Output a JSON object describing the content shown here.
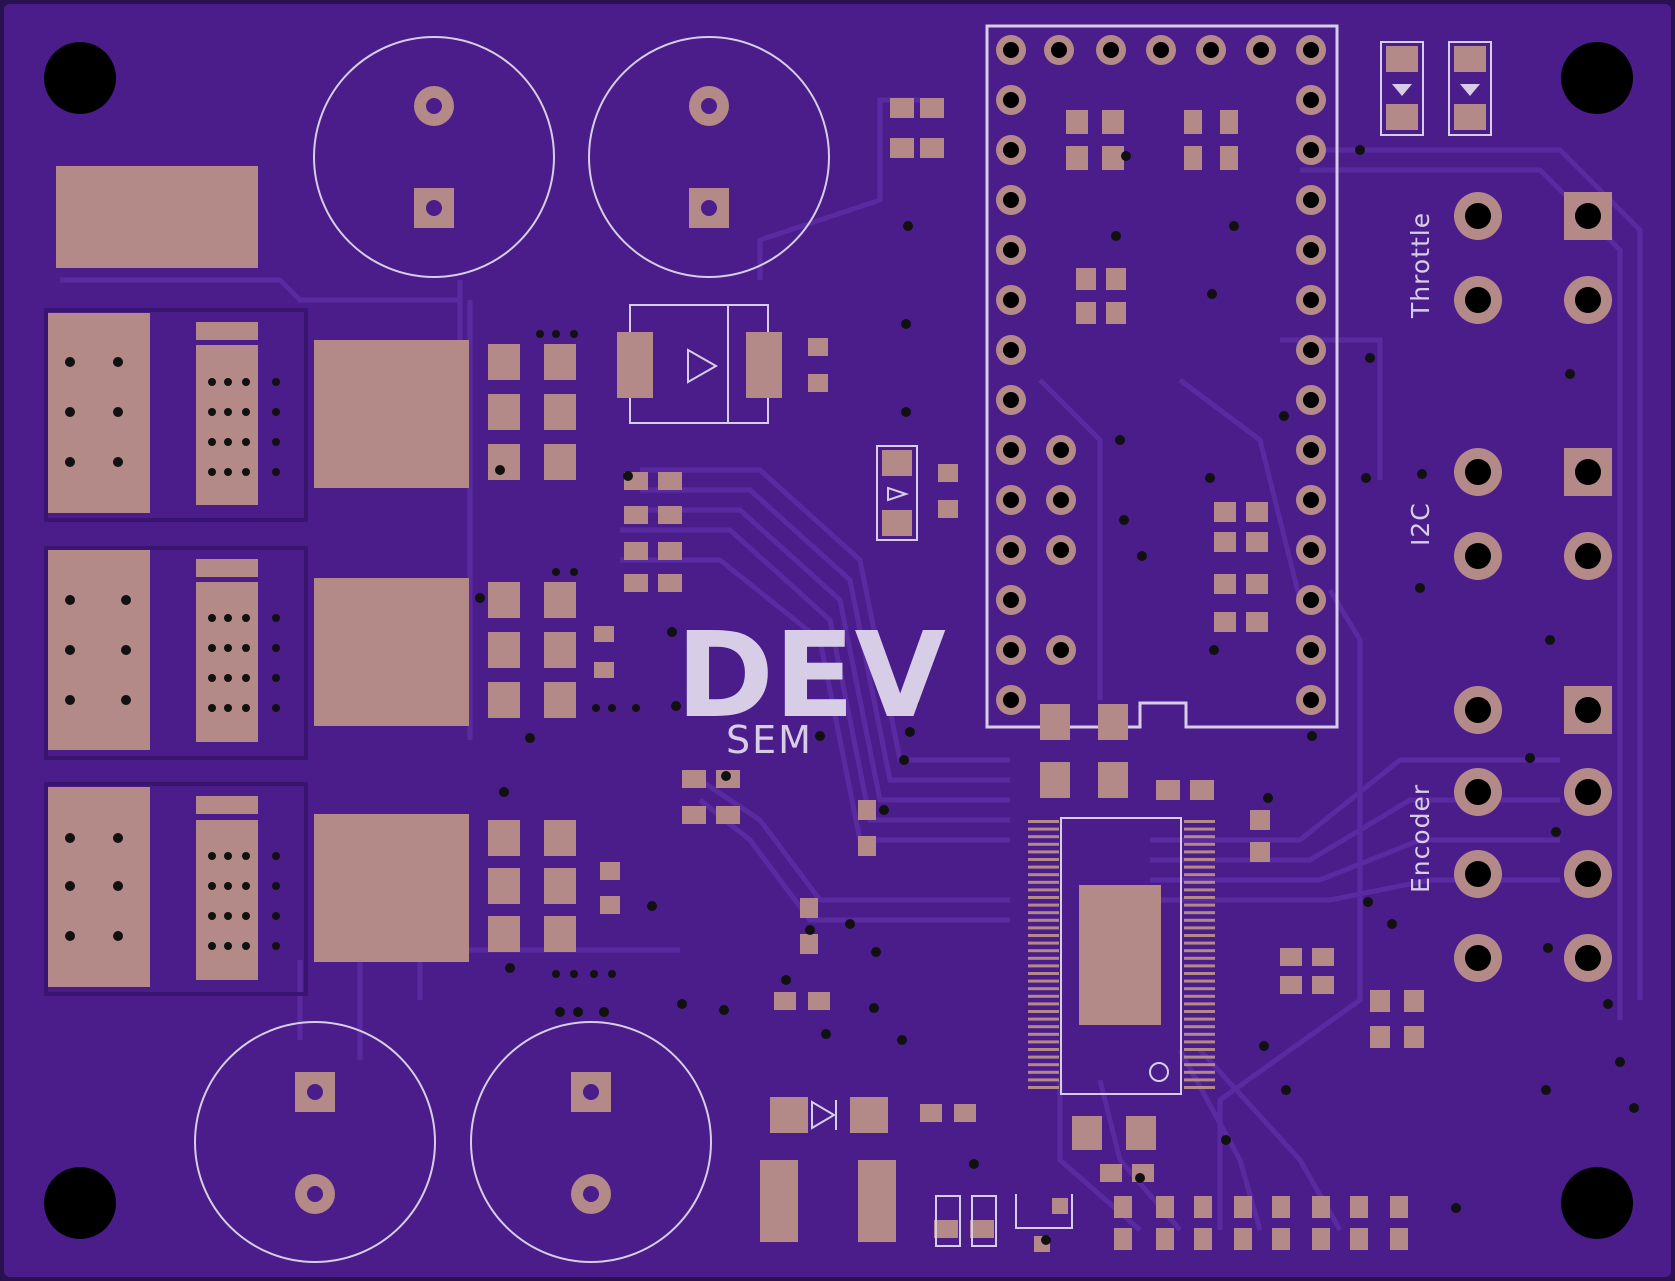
{
  "board": {
    "substrate_color": "#4a1d8a",
    "edge_color": "#2a1150",
    "copper_color": "#b38a88",
    "silk_color": "#d8cde6",
    "trace_color": "#5a2aa0",
    "drill_color": "#000000"
  },
  "labels": {
    "throttle": "Throttle",
    "i2c": "I2C",
    "encoder": "Encoder",
    "logo_letters": "DEV",
    "logo_sub": "SEM"
  }
}
